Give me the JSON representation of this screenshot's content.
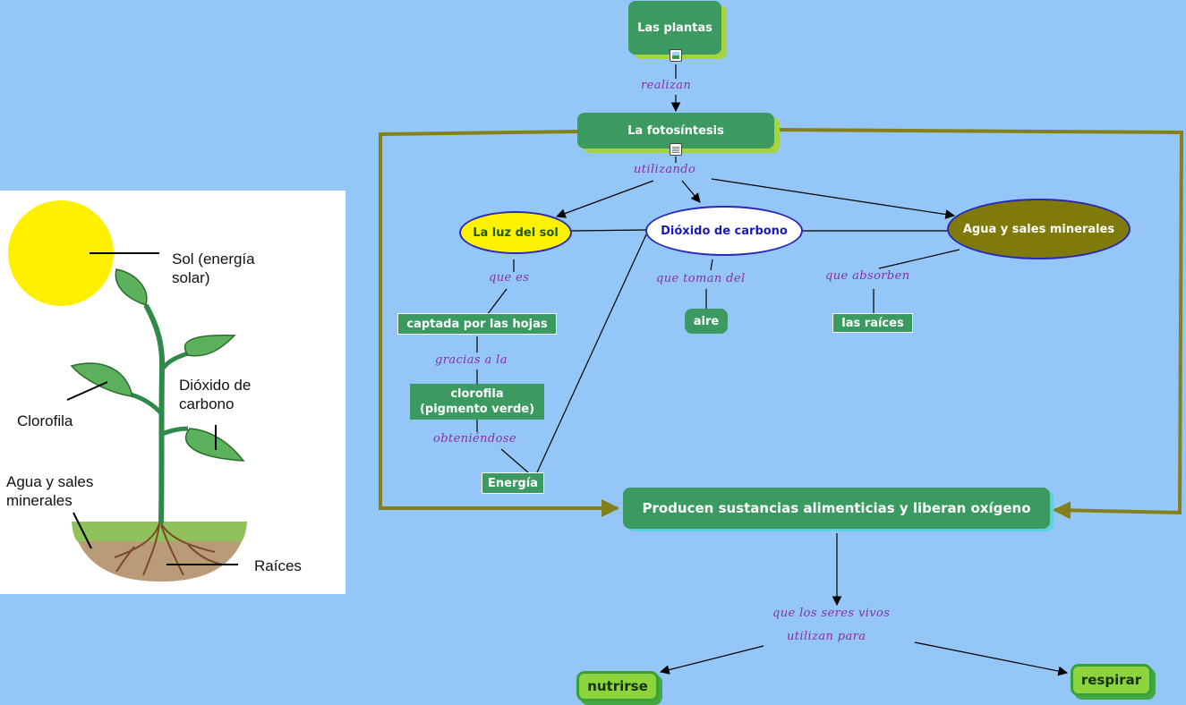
{
  "nodes": {
    "las_plantas": "Las plantas",
    "fotosintesis": "La fotosíntesis",
    "luz_sol": "La luz del sol",
    "dioxido": "Dióxido de carbono",
    "agua": "Agua y sales minerales",
    "captada": "captada por las hojas",
    "clorofila_1": "clorofila",
    "clorofila_2": "(pigmento verde)",
    "energia": "Energía",
    "aire": "aire",
    "raices": "las raíces",
    "producen": "Producen sustancias alimenticias y liberan oxígeno",
    "nutrirse": "nutrirse",
    "respirar": "respirar"
  },
  "links": {
    "realizan": "realizan",
    "utilizando": "utilizando",
    "que_es": "que es",
    "gracias": "gracias a la",
    "obteniendose": "obteniéndose",
    "que_toman": "que toman del",
    "que_absorben": "que absorben",
    "seres_1": "que los seres vivos",
    "seres_2": "utilizan para"
  },
  "illustration": {
    "sol": "Sol (energía\nsolar)",
    "dioxido": "Dióxido de\ncarbono",
    "clorofila": "Clorofila",
    "agua": "Agua y sales\nminerales",
    "raices": "Raíces"
  },
  "colors": {
    "background": "#94c6f7",
    "node_green": "#3a9a5f",
    "frame_olive": "#86801c",
    "link_label_purple": "#8a2fa8",
    "sun_yellow": "#fff000",
    "agua_olive": "#807a0a"
  }
}
